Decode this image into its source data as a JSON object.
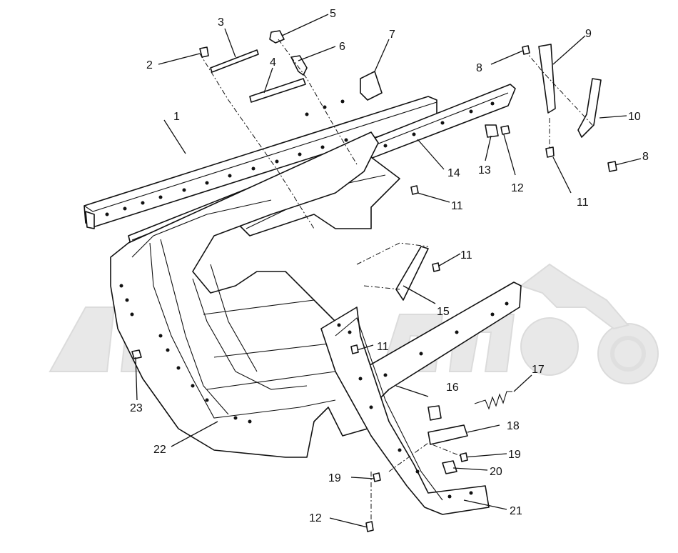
{
  "callouts": [
    "1",
    "2",
    "3",
    "4",
    "5",
    "6",
    "7",
    "8",
    "9",
    "10",
    "11",
    "12",
    "13",
    "14",
    "15",
    "16",
    "17",
    "18",
    "19",
    "20",
    "21",
    "22",
    "23"
  ],
  "labels": {
    "l1": "1",
    "l2": "2",
    "l3": "3",
    "l4": "4",
    "l5": "5",
    "l6": "6",
    "l7": "7",
    "l8a": "8",
    "l8b": "8",
    "l9": "9",
    "l10": "10",
    "l11a": "11",
    "l11b": "11",
    "l11c": "11",
    "l11d": "11",
    "l12a": "12",
    "l12b": "12",
    "l13": "13",
    "l14": "14",
    "l15": "15",
    "l16": "16",
    "l17": "17",
    "l18": "18",
    "l19a": "19",
    "l19b": "19",
    "l20": "20",
    "l21": "21",
    "l22": "22",
    "l23": "23"
  },
  "watermark": {
    "logo": "motorcycle-watermark",
    "color": "#e6e6e6"
  }
}
